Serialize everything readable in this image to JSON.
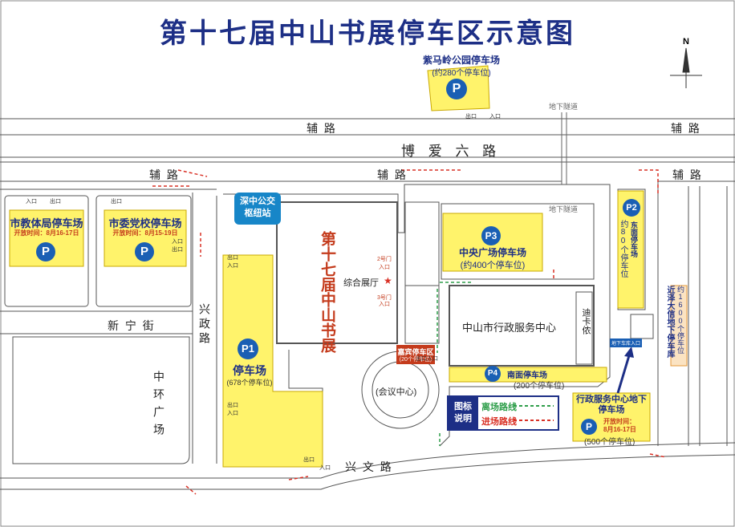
{
  "title": "第十七届中山书展停车区示意图",
  "compass_label": "N",
  "roads": {
    "fuLu_1": "辅 路",
    "fuLu_2": "辅 路",
    "boaiLiuLu": "博 爱 六 路",
    "fuLu_3": "辅 路",
    "fuLu_4": "辅 路",
    "fuLu_5": "辅 路",
    "xinNingJie": "新 宁 街",
    "xingZhengLu": "兴政路",
    "xingWenLu": "兴 文 路",
    "underpass_1": "地下隧道",
    "underpass_2": "地下隧道"
  },
  "buildings": {
    "hub": "深中公交枢纽站",
    "hall": "综合展厅",
    "bookfair": "第十七届中山书展",
    "admin_center": "中山市行政服务中心",
    "dikayi": "迪卡侬",
    "conference": "(会议中心)",
    "zhonghuan": "中环广场",
    "vip": "嘉宾停车区",
    "vip_cap": "(20个停车位)"
  },
  "gates": {
    "gate2": "2号门",
    "gate3": "3号门",
    "in": "入口",
    "out": "出口"
  },
  "lots": {
    "zimaling": {
      "name": "紫马岭公园停车场",
      "cap": "(约280个停车位)"
    },
    "jiaotiju": {
      "name": "市教体局停车场",
      "time": "开放时间：8月16-17日"
    },
    "dangxiao": {
      "name": "市委党校停车场",
      "time": "开放时间：8月15-19日"
    },
    "p1": {
      "code": "P1",
      "name": "停车场",
      "cap": "(678个停车位)"
    },
    "p2": {
      "code": "P2",
      "name": "东面停车场",
      "cap": "约80个停车位"
    },
    "p3": {
      "code": "P3",
      "name": "中央广场停车场",
      "cap": "(约400个停车位)"
    },
    "p4": {
      "code": "P4",
      "name": "南面停车场",
      "cap": "(200个停车位)"
    },
    "underground": {
      "name": "行政服务中心地下停车场",
      "time_label": "开放时间：",
      "time": "8月16-17日",
      "cap": "(500个停车位)"
    },
    "jinze": {
      "name": "近泽大信地下停车库",
      "cap": "约1600个停车位"
    },
    "underground_entry": "地下车库入口"
  },
  "legend": {
    "title": "图标说明",
    "exit": "离场路线",
    "entry": "进场路线",
    "colors": {
      "exit": "#2e9e4a",
      "entry": "#d93025",
      "lot": "#fff36b",
      "brand": "#1d2f86"
    }
  },
  "p_symbol": "P"
}
